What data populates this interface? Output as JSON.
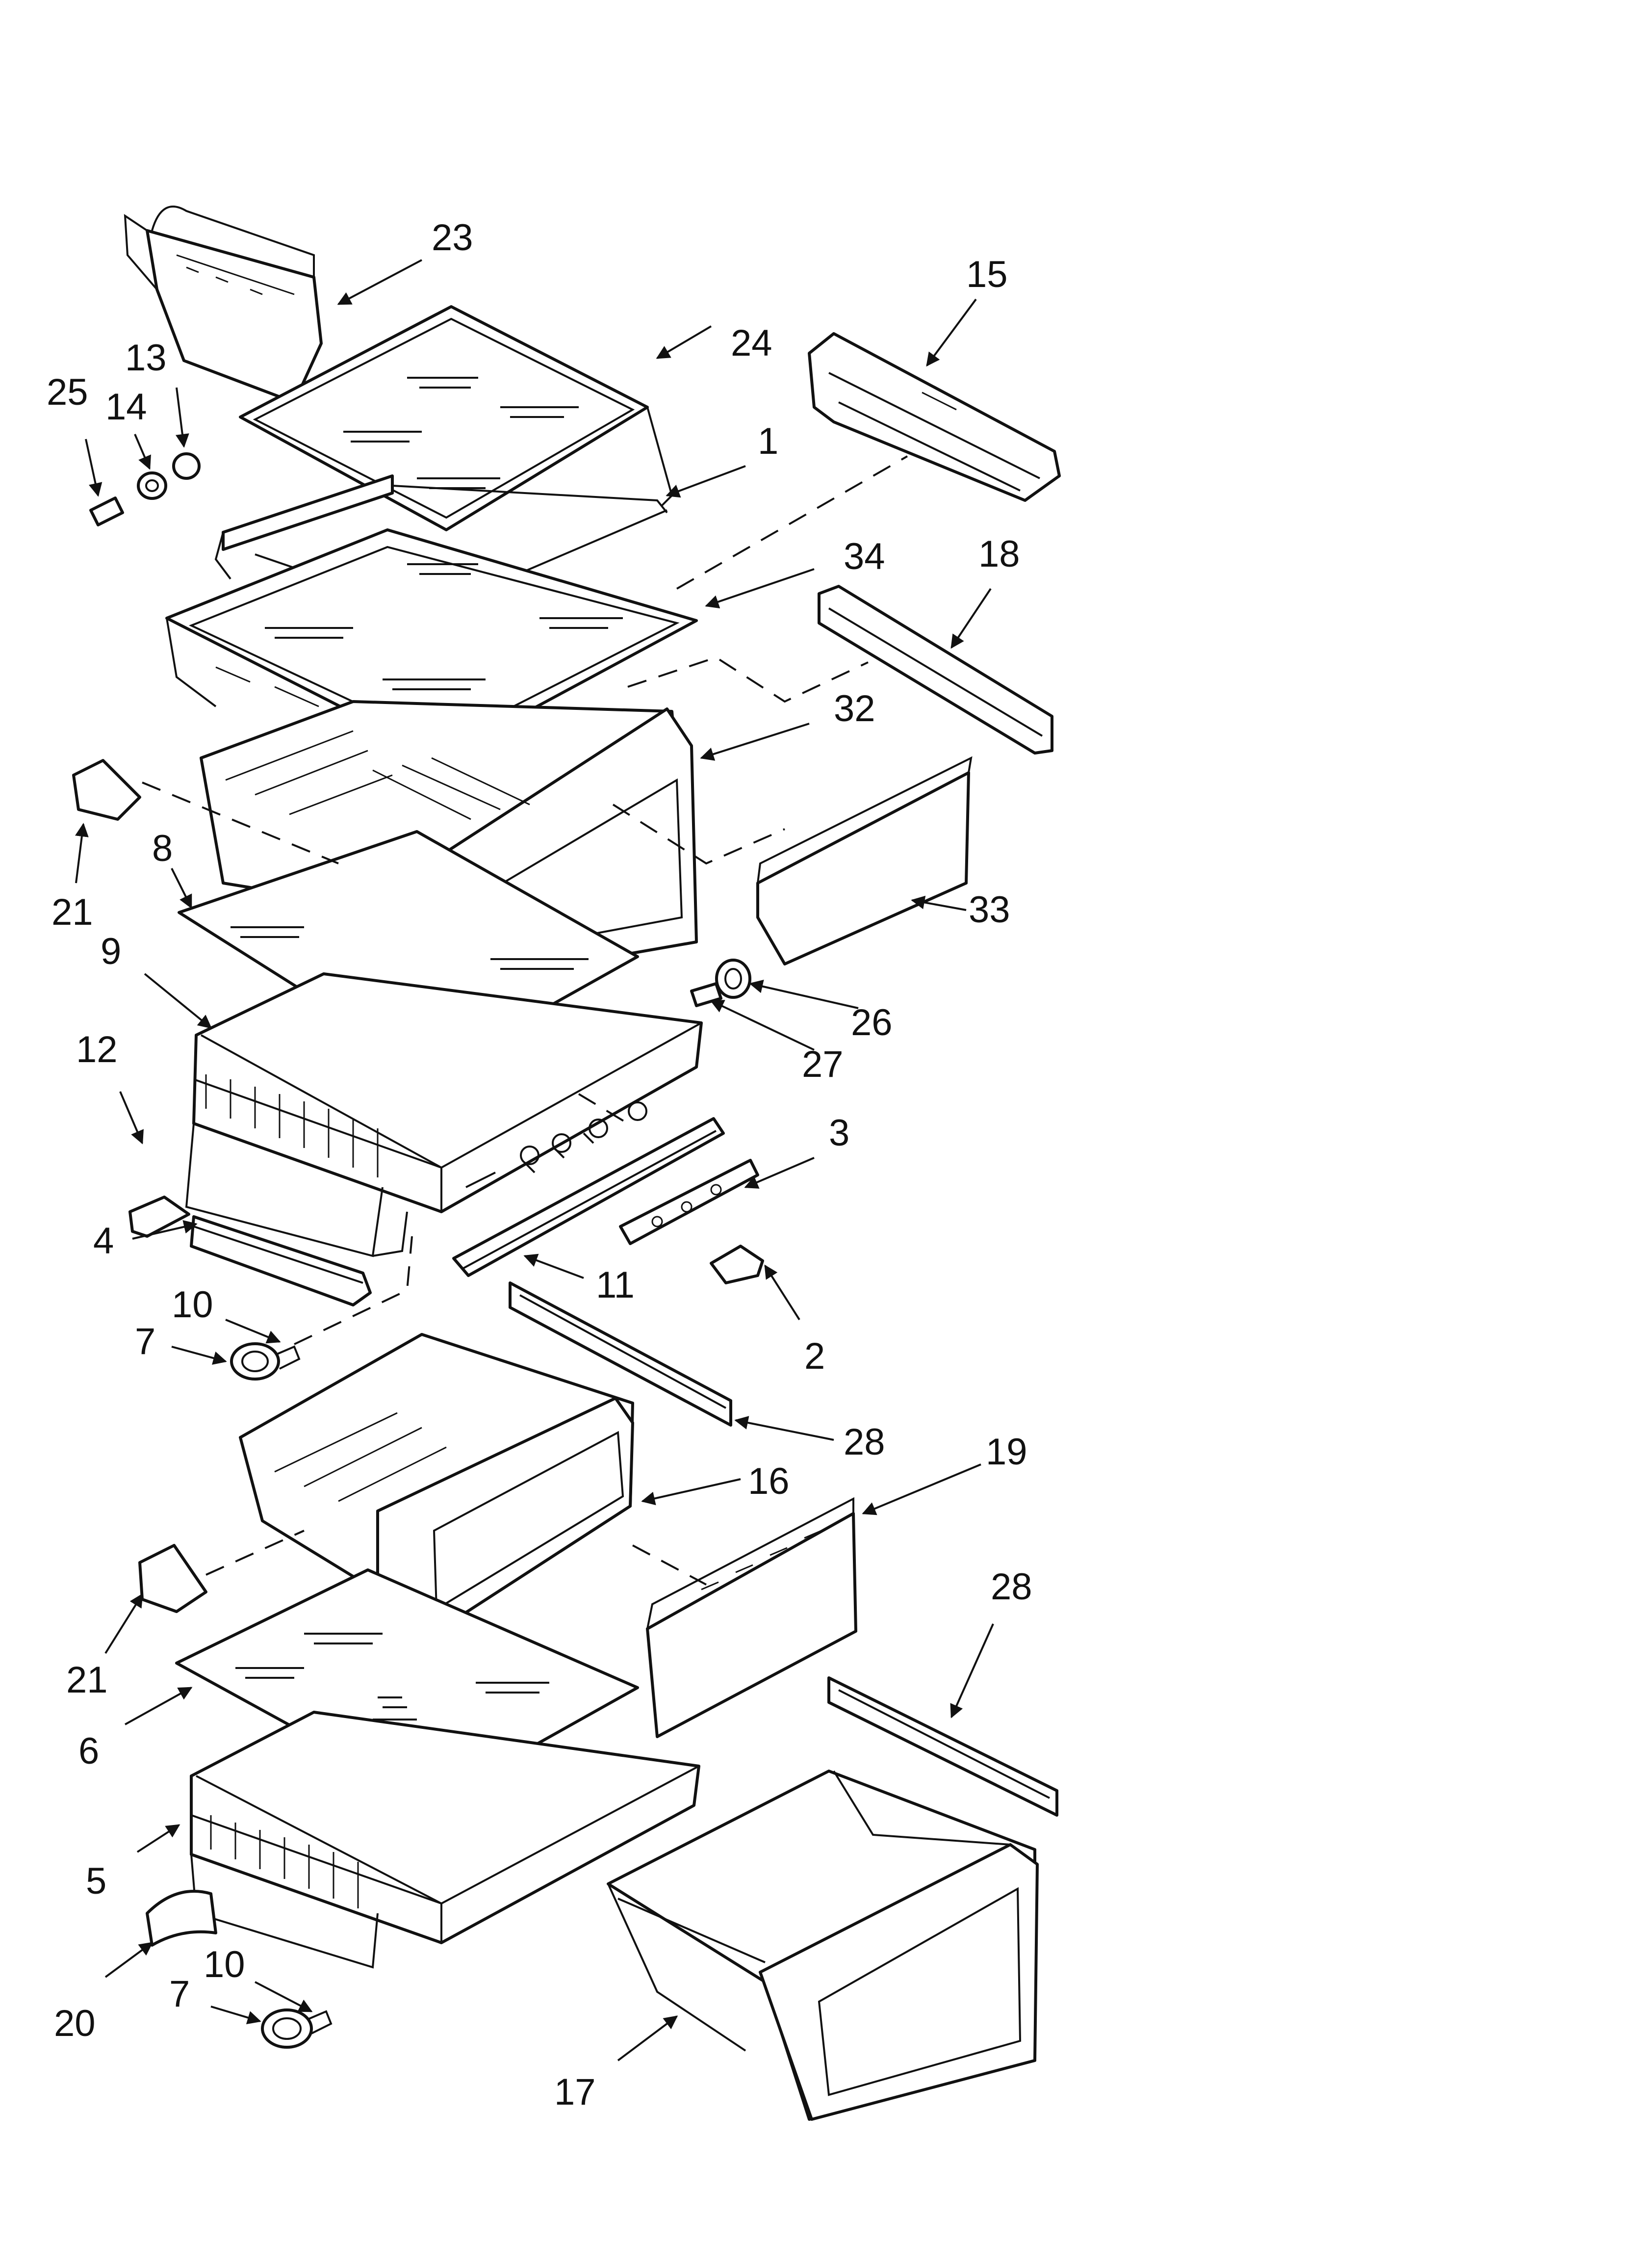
{
  "diagram": {
    "callouts": [
      "23",
      "24",
      "13",
      "25",
      "14",
      "1",
      "15",
      "34",
      "18",
      "32",
      "21",
      "8",
      "33",
      "9",
      "26",
      "27",
      "12",
      "3",
      "4",
      "11",
      "10",
      "7",
      "2",
      "28",
      "16",
      "19",
      "28",
      "21",
      "6",
      "5",
      "20",
      "10",
      "7",
      "17"
    ]
  }
}
